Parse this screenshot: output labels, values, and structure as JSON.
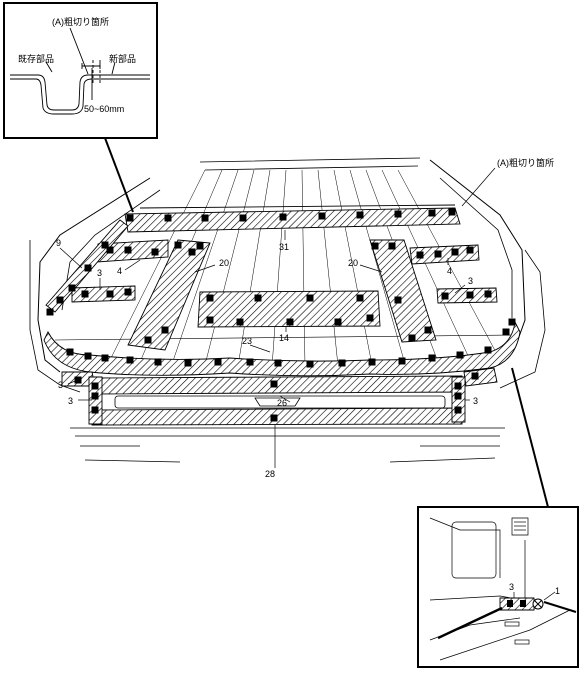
{
  "inset_top": {
    "cut_label": "(A)粗切り箇所",
    "existing_label": "既存部品",
    "new_label": "新部品",
    "dimension": "50~60mm"
  },
  "main": {
    "cut_label": "(A)粗切り箇所",
    "callouts": {
      "n9": "9",
      "n31": "31",
      "n20a": "20",
      "n20b": "20",
      "n4a": "4",
      "n4b": "4",
      "n3a": "3",
      "n3b": "3",
      "n3c": "3",
      "n3d": "3",
      "n3e": "3",
      "n14": "14",
      "n23": "23",
      "n26": "26",
      "n28": "28"
    }
  },
  "inset_bottom": {
    "n3": "3",
    "n1": "1"
  }
}
